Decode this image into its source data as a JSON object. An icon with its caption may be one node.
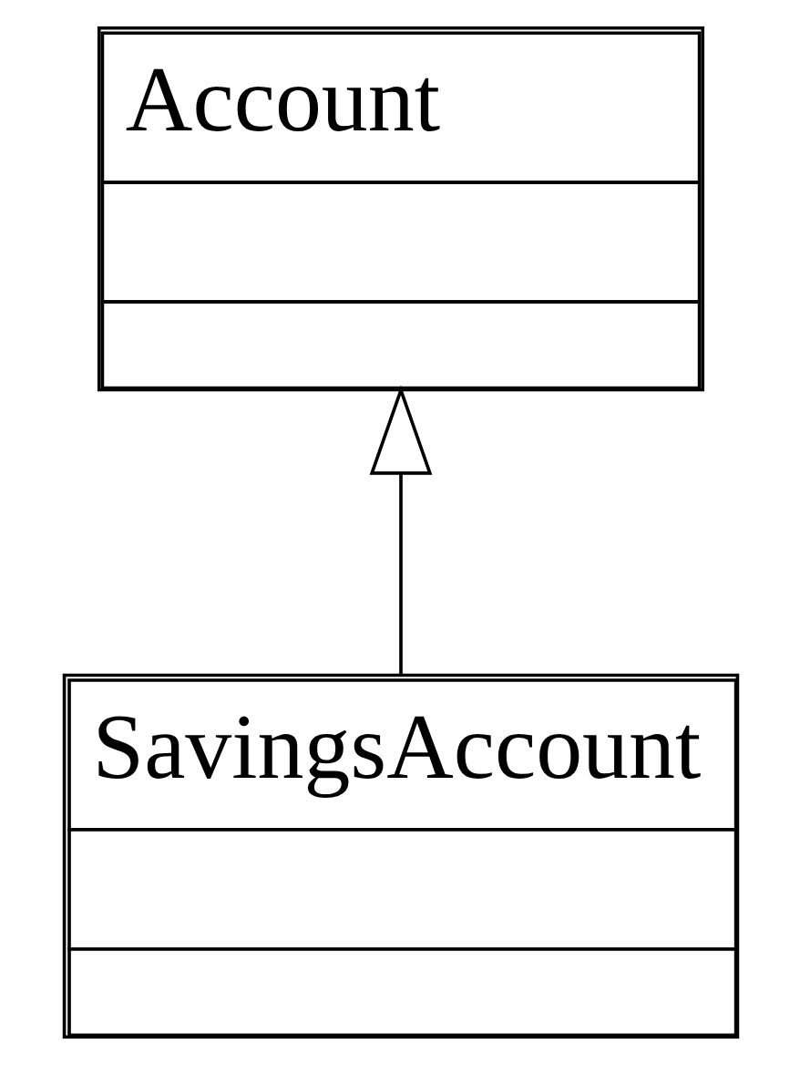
{
  "diagram": {
    "nodes": [
      {
        "text": [
          "Account"
        ]
      },
      {
        "text": [
          "SavingsAccount"
        ]
      }
    ],
    "edges": [
      {
        "from": 1,
        "to": 0,
        "arrow": "to"
      }
    ]
  }
}
